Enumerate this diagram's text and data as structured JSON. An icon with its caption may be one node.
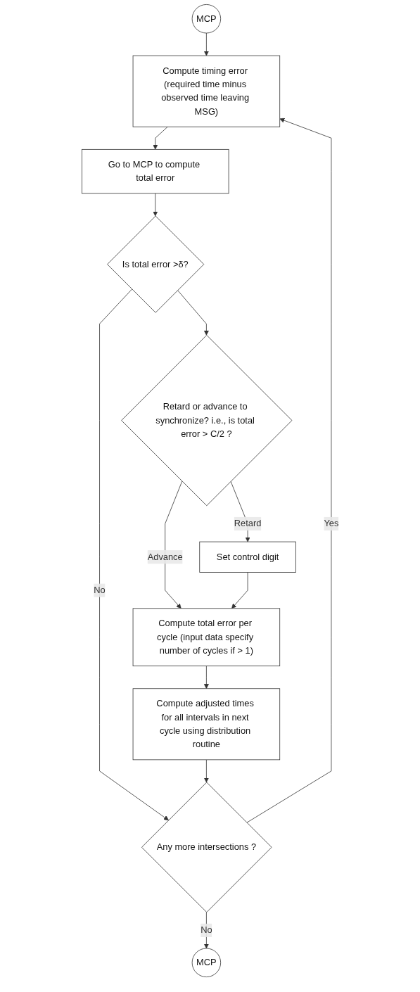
{
  "diagram": {
    "nodes": [
      {
        "text": [
          "MCP"
        ]
      },
      {
        "text": [
          "Compute timing error (required time minus observed time leaving MSG)"
        ]
      },
      {
        "text": [
          "Go to MCP to compute total error"
        ]
      },
      {
        "text": [
          "Is total error >δ?"
        ]
      },
      {
        "text": [
          "Retard or advance to synchronize? i.e., is total error > C/2 ?"
        ]
      },
      {
        "text": [
          "Set control digit"
        ]
      },
      {
        "text": [
          "Compute total error per cycle (input data specify number of cycles if > 1)"
        ]
      },
      {
        "text": [
          "Compute adjusted times for all intervals in next cycle using distribution routine"
        ]
      },
      {
        "text": [
          "Any more intersections ?"
        ]
      },
      {
        "text": [
          "MCP"
        ]
      }
    ],
    "edges": [
      {
        "from": 0,
        "to": 1,
        "arrow": "to"
      },
      {
        "from": 8,
        "to": 1,
        "arrow": "to",
        "label": "Yes"
      },
      {
        "from": 1,
        "to": 2,
        "arrow": "to"
      },
      {
        "from": 2,
        "to": 3,
        "arrow": "to"
      },
      {
        "from": 3,
        "to": 8,
        "arrow": "to",
        "label": "No"
      },
      {
        "from": 3,
        "to": 4,
        "arrow": "to"
      },
      {
        "from": 4,
        "to": 5,
        "arrow": "to",
        "label": "Retard"
      },
      {
        "from": 4,
        "to": 6,
        "arrow": "to",
        "label": "Advance"
      },
      {
        "from": 5,
        "to": 6,
        "arrow": "to"
      },
      {
        "from": 6,
        "to": 7,
        "arrow": "to"
      },
      {
        "from": 7,
        "to": 8,
        "arrow": "to"
      },
      {
        "from": 8,
        "to": 9,
        "arrow": "to",
        "label": "No"
      }
    ]
  }
}
